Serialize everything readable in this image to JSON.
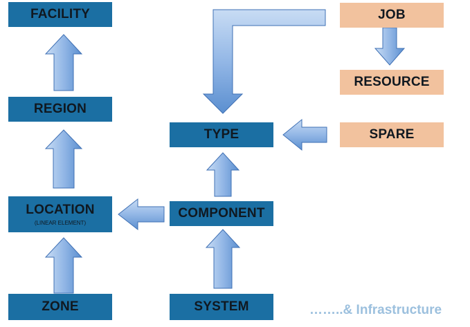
{
  "colors": {
    "box_blue": "#1b6fa3",
    "box_tan": "#f2c29e",
    "arrow_light": "#c8dcf4",
    "arrow_dark": "#5b8fd0",
    "arrow_stroke": "#3f70b4",
    "footer_text": "#9cc0de"
  },
  "nodes": {
    "facility": "FACILITY",
    "region": "REGION",
    "location": "LOCATION",
    "location_sub": "(LINEAR ELEMENT)",
    "zone": "ZONE",
    "type": "TYPE",
    "component": "COMPONENT",
    "system": "SYSTEM",
    "job": "JOB",
    "resource": "RESOURCE",
    "spare": "SPARE"
  },
  "footer": "……..& Infrastructure"
}
